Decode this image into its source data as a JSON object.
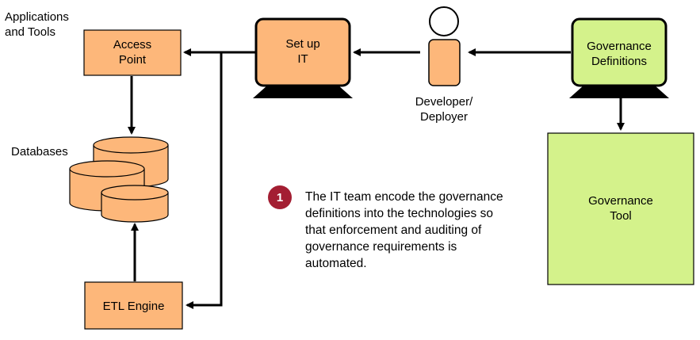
{
  "labels": {
    "applications": "Applications\nand Tools",
    "access_point": "Access\nPoint",
    "setup_it": "Set up\nIT",
    "governance_definitions": "Governance\nDefinitions",
    "developer": "Developer/\nDeployer",
    "databases": "Databases",
    "etl_engine": "ETL Engine",
    "governance_tool": "Governance\nTool"
  },
  "callout": {
    "number": "1",
    "text": "The IT team encode the governance definitions into the technologies so that enforcement and auditing of governance requirements is automated."
  },
  "colors": {
    "orange_fill": "#fdb77a",
    "green_fill": "#d4f28b",
    "outline": "#000000",
    "badge": "#a31e32"
  }
}
